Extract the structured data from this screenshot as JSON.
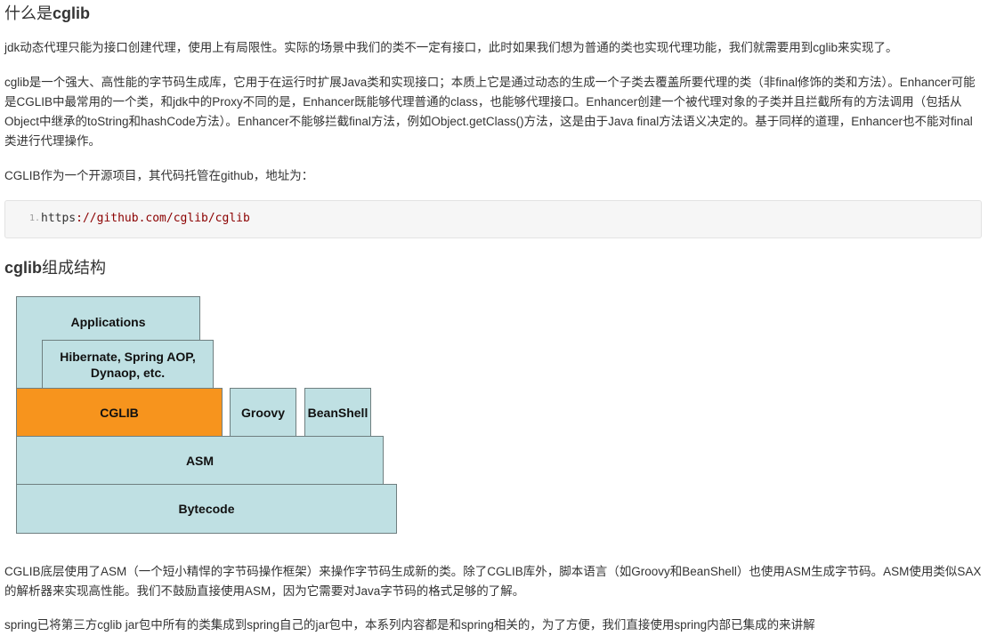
{
  "section1": {
    "title_zh": "什么是",
    "title_en": "cglib"
  },
  "paragraphs": {
    "p1": "jdk动态代理只能为接口创建代理，使用上有局限性。实际的场景中我们的类不一定有接口，此时如果我们想为普通的类也实现代理功能，我们就需要用到cglib来实现了。",
    "p2": "cglib是一个强大、高性能的字节码生成库，它用于在运行时扩展Java类和实现接口；本质上它是通过动态的生成一个子类去覆盖所要代理的类（非final修饰的类和方法）。Enhancer可能是CGLIB中最常用的一个类，和jdk中的Proxy不同的是，Enhancer既能够代理普通的class，也能够代理接口。Enhancer创建一个被代理对象的子类并且拦截所有的方法调用（包括从Object中继承的toString和hashCode方法）。Enhancer不能够拦截final方法，例如Object.getClass()方法，这是由于Java final方法语义决定的。基于同样的道理，Enhancer也不能对final类进行代理操作。",
    "p3": "CGLIB作为一个开源项目，其代码托管在github，地址为：",
    "p4": "CGLIB底层使用了ASM（一个短小精悍的字节码操作框架）来操作字节码生成新的类。除了CGLIB库外，脚本语言（如Groovy和BeanShell）也使用ASM生成字节码。ASM使用类似SAX的解析器来实现高性能。我们不鼓励直接使用ASM，因为它需要对Java字节码的格式足够的了解。",
    "p5": "spring已将第三方cglib jar包中所有的类集成到spring自己的jar包中，本系列内容都是和spring相关的，为了方便，我们直接使用spring内部已集成的来讲解"
  },
  "code": {
    "line_number": "1.",
    "prefix": "https",
    "rest": "://github.com/cglib/cglib"
  },
  "section2": {
    "title_en": "cglib",
    "title_zh": "组成结构"
  },
  "diagram": {
    "applications": "Applications",
    "frameworks_line1": "Hibernate, Spring AOP,",
    "frameworks_line2": "Dynaop, etc.",
    "cglib": "CGLIB",
    "groovy": "Groovy",
    "beanshell": "BeanShell",
    "asm": "ASM",
    "bytecode": "Bytecode",
    "colors": {
      "box_fill": "#bfe0e3",
      "highlight_fill": "#f7941d",
      "border": "#6f7f80"
    }
  }
}
